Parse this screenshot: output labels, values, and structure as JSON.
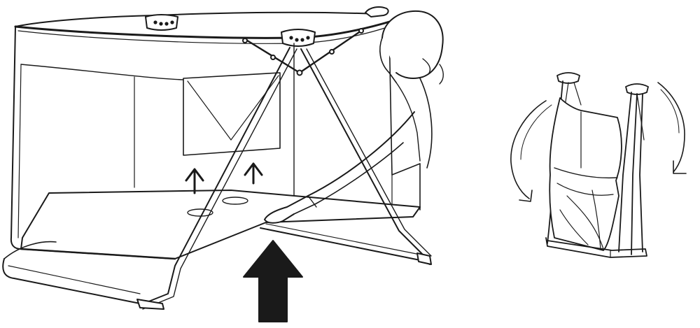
{
  "colors": {
    "ink": "#1a1a1a",
    "fill_dark": "#1a1a1a",
    "paper": "#ffffff"
  },
  "panels": [
    {
      "name": "step-unfold-crib",
      "contents": [
        "travel-cot",
        "person",
        "small-up-arrow",
        "small-up-arrow",
        "large-push-up-arrow"
      ]
    },
    {
      "name": "step-folded-crib",
      "contents": [
        "folded-cot",
        "rotate-arrow-left",
        "rotate-arrow-right"
      ]
    }
  ]
}
